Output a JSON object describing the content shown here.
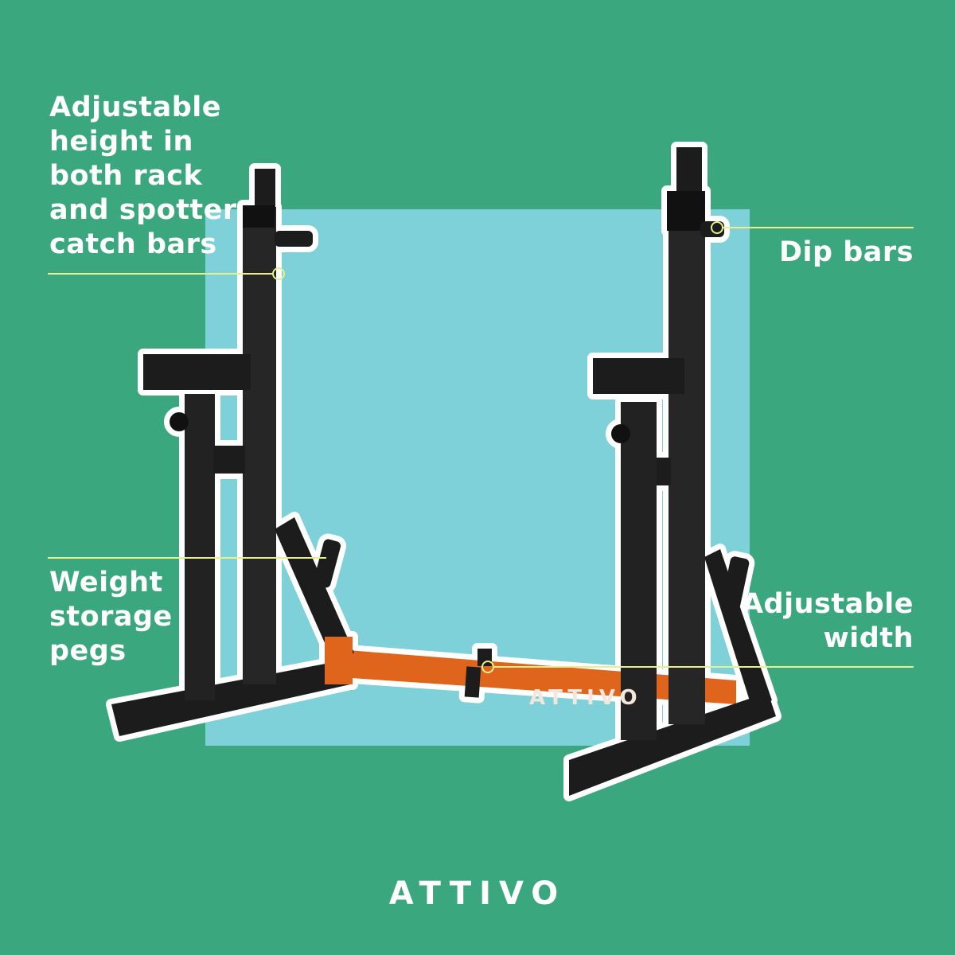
{
  "colors": {
    "background": "#3aa77f",
    "panel": "#7ed1d8",
    "callout_line": "#e8f08c",
    "frame": "#1c1c1c",
    "crossbar": "#e0651c"
  },
  "callouts": [
    {
      "text": "Adjustable\nheight in\nboth rack\nand spotter\ncatch bars"
    },
    {
      "text": "Dip bars"
    },
    {
      "text": "Weight\nstorage\npegs"
    },
    {
      "text": "Adjustable\nwidth"
    }
  ],
  "product": {
    "crossbar_print": "ATTIVO"
  },
  "brand": {
    "logo": "ATTIVO"
  }
}
